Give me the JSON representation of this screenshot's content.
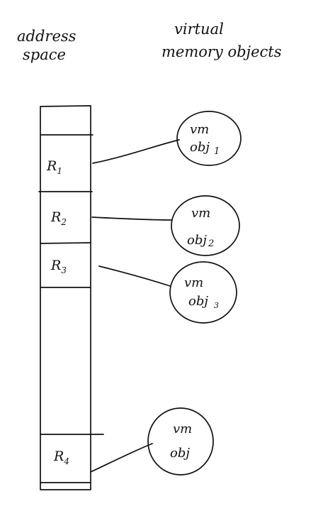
{
  "headings": {
    "address_space": [
      "address",
      "space"
    ],
    "virtual_memory_objects": [
      "virtual",
      "memory objects"
    ]
  },
  "regions": [
    {
      "label": "R",
      "sub": "1"
    },
    {
      "label": "R",
      "sub": "2"
    },
    {
      "label": "R",
      "sub": "3"
    },
    {
      "label": "R",
      "sub": "4"
    }
  ],
  "vm_objects": [
    {
      "line1": "vm",
      "line2": "obj",
      "sub": "1"
    },
    {
      "line1": "vm",
      "line2": "obj",
      "sub": "2"
    },
    {
      "line1": "vm",
      "line2": "obj",
      "sub": "3"
    },
    {
      "line1": "vm",
      "line2": "obj",
      "sub": ""
    }
  ]
}
